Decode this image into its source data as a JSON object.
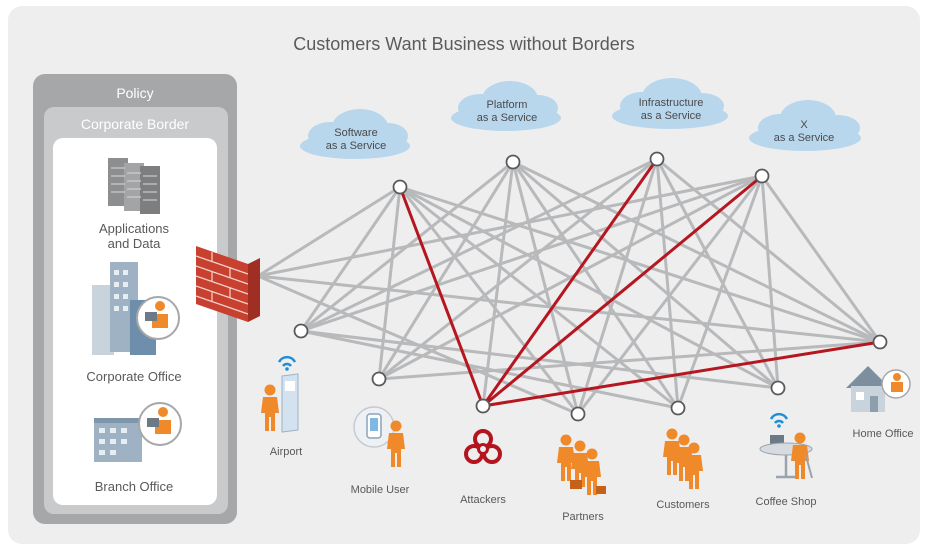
{
  "title": "Customers Want Business without Borders",
  "policy_label": "Policy",
  "border_label": "Corporate Border",
  "corporate": {
    "apps_line1": "Applications",
    "apps_line2": "and Data",
    "corp_office": "Corporate Office",
    "branch_office": "Branch Office"
  },
  "clouds": {
    "software_l1": "Software",
    "software_l2": "as a Service",
    "platform_l1": "Platform",
    "platform_l2": "as a Service",
    "infra_l1": "Infrastructure",
    "infra_l2": "as a Service",
    "x_l1": "X",
    "x_l2": "as a Service"
  },
  "endpoints": {
    "airport": "Airport",
    "mobile_user": "Mobile User",
    "attackers": "Attackers",
    "partners": "Partners",
    "customers": "Customers",
    "coffee_shop": "Coffee Shop",
    "home_office": "Home Office"
  },
  "colors": {
    "frame_bg": "#eeeeef",
    "policy_box": "#a6a7a9",
    "border_box": "#c9cacc",
    "mesh_line": "#b8b9bb",
    "threat_line": "#b5161f",
    "cloud": "#b8d6ec",
    "person": "#f0892a",
    "wall": "#c8402f",
    "attacker": "#b3141e",
    "wifi": "#1e8fd6"
  },
  "icons": [
    "server-icon",
    "office-building-icon",
    "branch-building-icon",
    "firewall-icon",
    "kiosk-icon",
    "smartphone-icon",
    "biohazard-icon",
    "people-icon",
    "coffee-table-icon",
    "house-icon",
    "wifi-icon",
    "cloud-icon",
    "node-icon"
  ]
}
